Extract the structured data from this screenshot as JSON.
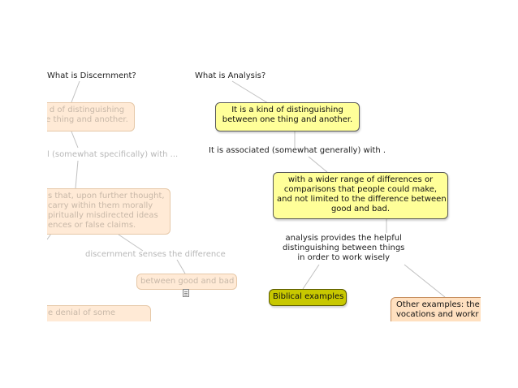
{
  "map": {
    "discernment": {
      "question": "What is Discernment?",
      "definition": [
        "d of distinguishing",
        "e thing and another."
      ],
      "association": "l (somewhat specifically)  with ...",
      "concern": [
        "s that, upon further thought,",
        "carry within them morally",
        "piritually misdirected ideas",
        "ences or false claims."
      ],
      "senses_label": "discernment senses the difference",
      "good_bad": "between good and bad",
      "denial": "e denial of some"
    },
    "analysis": {
      "question": "What is Analysis?",
      "definition": [
        "It is a kind of distinguishing",
        "between one thing and another."
      ],
      "association": "It is associated (somewhat generally) with .",
      "range": [
        "with a wider range of differences or",
        "comparisons that people could make,",
        "and not limited to the difference between",
        "good and bad."
      ],
      "purpose": [
        "analysis provides the helpful",
        "distinguishing between things",
        "in order to work wisely"
      ],
      "biblical": "Biblical examples",
      "other": [
        "Other examples: the",
        "vocations and workr"
      ]
    }
  },
  "colors": {
    "topic_fill": "#ffff99",
    "main_fill": "#c8c800",
    "secondary_fill": "#ffe0c0",
    "faded_fill": "#ffead6",
    "connector": "#c0c0c0"
  },
  "icons": {
    "note": "note-icon"
  }
}
